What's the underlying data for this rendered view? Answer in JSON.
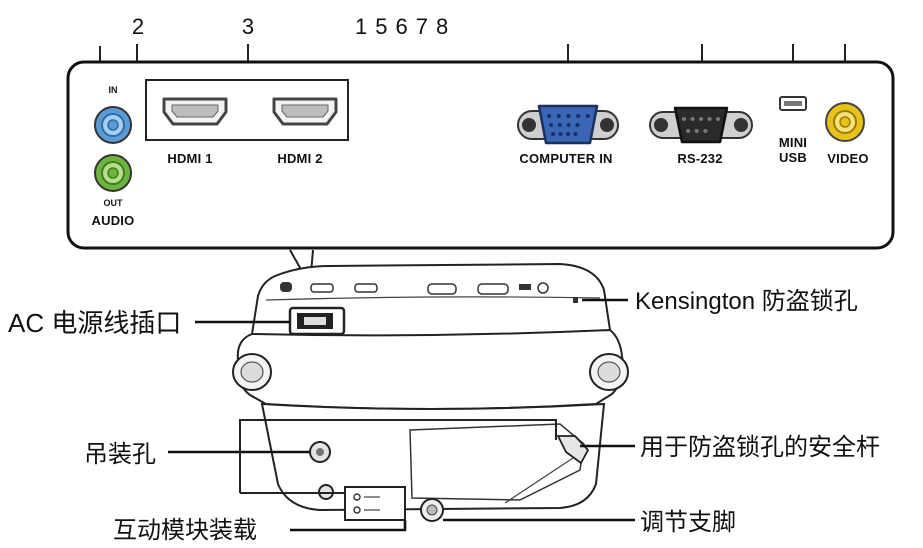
{
  "callout_numbers": {
    "audio": "2",
    "hdmi": "3",
    "others": "15678"
  },
  "ports": {
    "audio_in_label": "IN",
    "audio_out_label": "OUT",
    "audio_label": "AUDIO",
    "hdmi1_label": "HDMI 1",
    "hdmi2_label": "HDMI 2",
    "computer_in_label": "COMPUTER IN",
    "rs232_label": "RS-232",
    "mini_label": "MINI",
    "usb_label": "USB",
    "video_label": "VIDEO"
  },
  "callouts": {
    "ac_power": "AC 电源线插口",
    "kensington": "Kensington 防盗锁孔",
    "ceiling_mount": "吊装孔",
    "security_bar": "用于防盗锁孔的安全杆",
    "interactive_module": "互动模块装载",
    "adjuster_foot": "调节支脚"
  },
  "colors": {
    "audio_in": "#5b9bd5",
    "audio_in_ring": "#a9cdee",
    "audio_out": "#6db33f",
    "audio_out_ring": "#b9dd8f",
    "vga": "#3a66b5",
    "rs232": "#2a2a2a",
    "video": "#e8c21a",
    "video_ring": "#f6e27c"
  },
  "icons": {
    "audio_in": "rca-jack-icon",
    "audio_out": "rca-jack-icon",
    "hdmi": "hdmi-port-icon",
    "vga": "d-sub-15-icon",
    "rs232": "d-sub-9-icon",
    "mini_usb": "mini-usb-icon",
    "video": "rca-jack-icon"
  }
}
